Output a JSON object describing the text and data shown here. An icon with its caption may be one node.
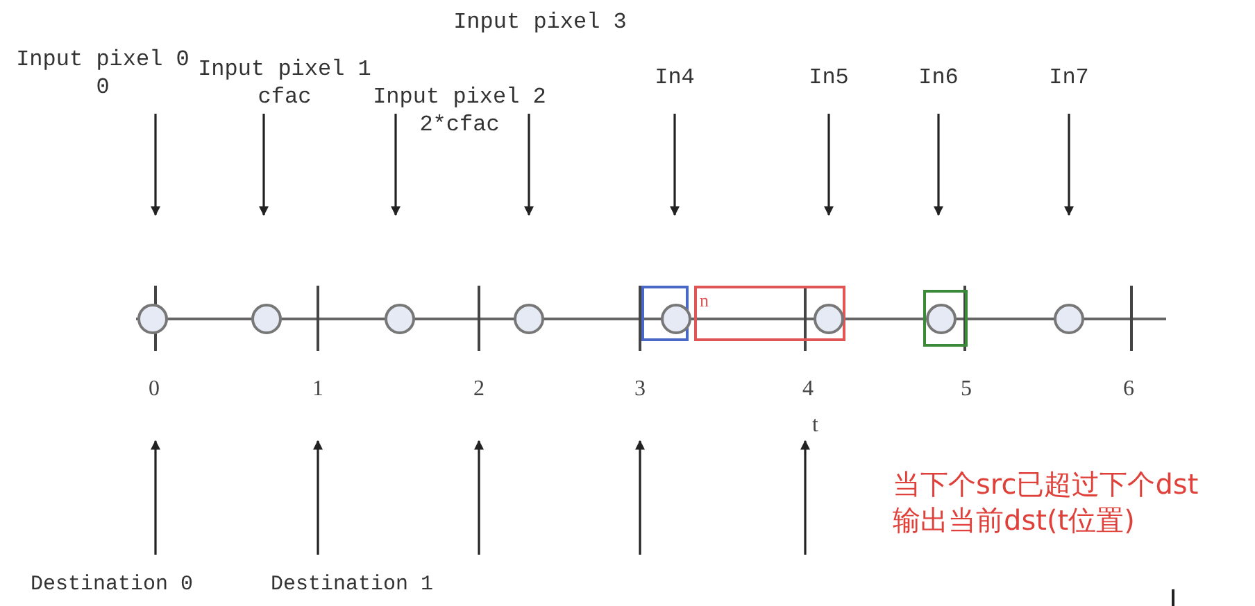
{
  "diagram": {
    "nodes": [
      {
        "text": [
          "Input pixel 0",
          "0"
        ]
      },
      {
        "text": [
          "Input pixel 1",
          "cfac"
        ]
      },
      {
        "text": [
          "Input pixel 2",
          "2*cfac"
        ]
      },
      {
        "text": [
          "Input pixel 3"
        ]
      },
      {
        "text": [
          "In4"
        ]
      },
      {
        "text": [
          "In5"
        ]
      },
      {
        "text": [
          "In6"
        ]
      },
      {
        "text": [
          "In7"
        ]
      },
      {
        "text": [],
        "shape": "circle"
      },
      {
        "text": [],
        "shape": "circle"
      },
      {
        "text": [],
        "shape": "circle"
      },
      {
        "text": [],
        "shape": "circle"
      },
      {
        "text": [],
        "shape": "box"
      },
      {
        "text": [],
        "shape": "circle",
        "in": 12
      },
      {
        "text": [
          "n"
        ]
      },
      {
        "text": [],
        "shape": "circle",
        "in": 14
      },
      {
        "text": [],
        "shape": "box"
      },
      {
        "text": [],
        "shape": "circle",
        "in": 16
      },
      {
        "text": [],
        "shape": "circle"
      },
      {
        "text": [
          "0"
        ]
      },
      {
        "text": [
          "1"
        ]
      },
      {
        "text": [
          "2"
        ]
      },
      {
        "text": [
          "3"
        ]
      },
      {
        "text": [
          "4"
        ]
      },
      {
        "text": [
          "5"
        ]
      },
      {
        "text": [
          "6"
        ]
      }
    ],
    "labels": [
      "t",
      "Destination 0",
      "Destination 1",
      "当下个src已超过下个dst输出当前dst(t位置)"
    ]
  }
}
